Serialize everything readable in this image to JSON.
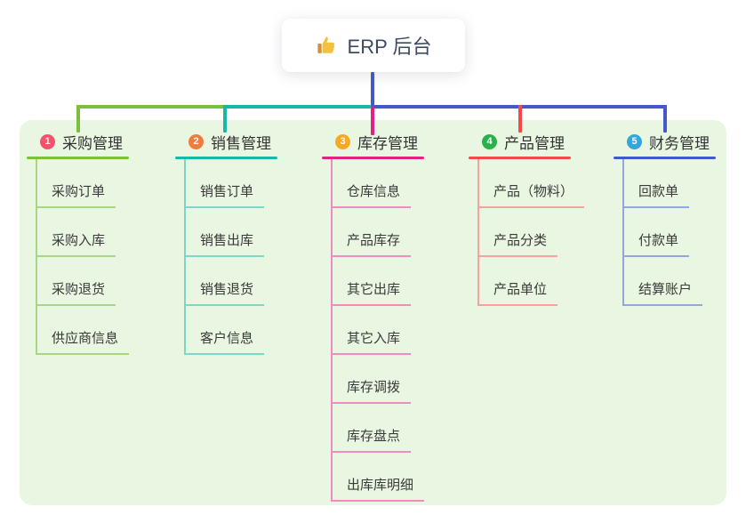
{
  "root": {
    "label": "ERP 后台",
    "icon": "thumbs-up"
  },
  "board": {
    "background": "#e9f6e2"
  },
  "connector_colors": {
    "stem_blue": "#4459c7",
    "green": "#7cbf3e",
    "teal": "#17b8ab",
    "magenta": "#e61f87",
    "red": "#f5484b",
    "blue": "#4459c7"
  },
  "branches": [
    {
      "id": "purchase",
      "index": "1",
      "title": "采购管理",
      "badge_color": "#f4536b",
      "line_color": "#7cbf3e",
      "child_line_color": "#a9d584",
      "children": [
        "采购订单",
        "采购入库",
        "采购退货",
        "供应商信息"
      ]
    },
    {
      "id": "sales",
      "index": "2",
      "title": "销售管理",
      "badge_color": "#ef7d3b",
      "line_color": "#17b8ab",
      "child_line_color": "#7fd6c6",
      "children": [
        "销售订单",
        "销售出库",
        "销售退货",
        "客户信息"
      ]
    },
    {
      "id": "inventory",
      "index": "3",
      "title": "库存管理",
      "badge_color": "#f9a822",
      "line_color": "#e61f87",
      "child_line_color": "#f08bc1",
      "children": [
        "仓库信息",
        "产品库存",
        "其它出库",
        "其它入库",
        "库存调拨",
        "库存盘点",
        "出库库明细"
      ]
    },
    {
      "id": "product",
      "index": "4",
      "title": "产品管理",
      "badge_color": "#2cb04b",
      "line_color": "#f5484b",
      "child_line_color": "#f9a19c",
      "children": [
        "产品（物料）",
        "产品分类",
        "产品单位"
      ]
    },
    {
      "id": "finance",
      "index": "5",
      "title": "财务管理",
      "badge_color": "#34a5dd",
      "line_color": "#3d5cc5",
      "child_line_color": "#93a7de",
      "children": [
        "回款单",
        "付款单",
        "结算账户"
      ]
    }
  ]
}
